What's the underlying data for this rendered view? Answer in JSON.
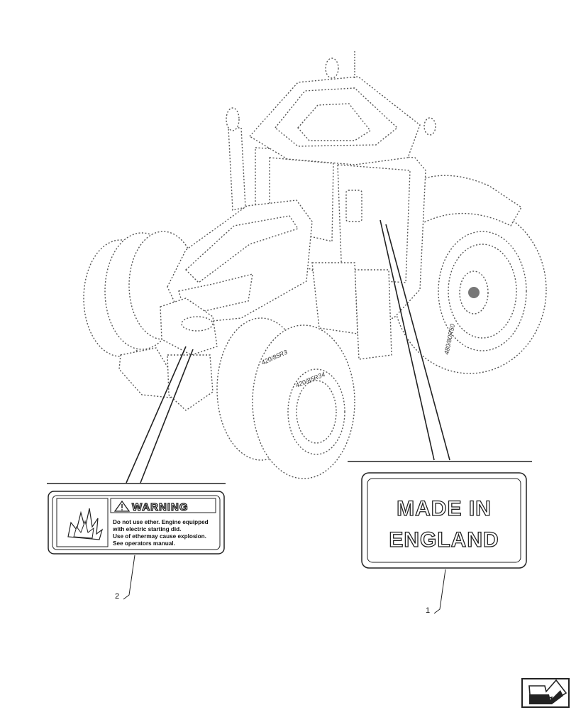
{
  "labels": {
    "made_in": {
      "line1": "MADE IN",
      "line2": "ENGLAND"
    },
    "warning": {
      "title": "WARNING",
      "line1": "Do not use ether. Engine equipped",
      "line2": "with electric starting did.",
      "line3": "Use of ethermay cause explosion.",
      "line4": "See operators manual."
    }
  },
  "callouts": {
    "item1": "1",
    "item2": "2"
  },
  "tire_markings": {
    "front_outer": "420/85R34",
    "front_inner": "420/85R3",
    "rear": "480/80R50"
  },
  "icons": {
    "explosion": "explosion-icon",
    "warning_triangle": "warning-triangle-icon",
    "navigation": "next-page-arrow-icon"
  }
}
